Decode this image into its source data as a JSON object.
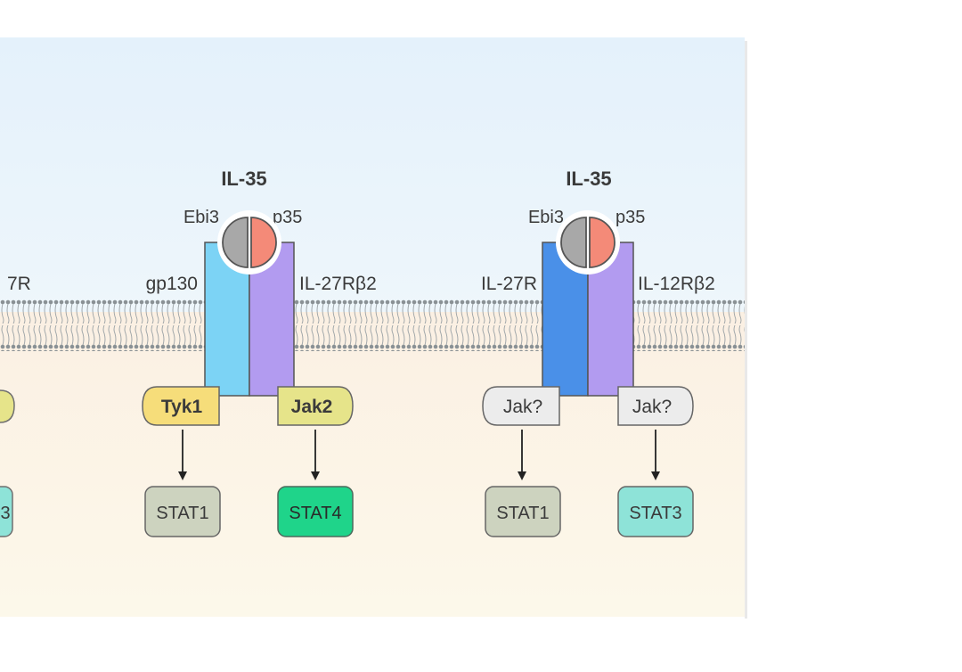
{
  "labels": {
    "partial_receptor_left": "7R",
    "partial_stat_left": "3",
    "c1_cytokine": "IL-35",
    "c1_subunit_left": "Ebi3",
    "c1_subunit_right": "p35",
    "c1_receptor_left": "gp130",
    "c1_receptor_right": "IL-27Rβ2",
    "c1_kinase_left": "Tyk1",
    "c1_kinase_right": "Jak2",
    "c1_stat_left": "STAT1",
    "c1_stat_right": "STAT4",
    "c2_cytokine": "IL-35",
    "c2_subunit_left": "Ebi3",
    "c2_subunit_right": "p35",
    "c2_receptor_left": "IL-27R",
    "c2_receptor_right": "IL-12Rβ2",
    "c2_kinase_left": "Jak?",
    "c2_kinase_right": "Jak?",
    "c2_stat_left": "STAT1",
    "c2_stat_right": "STAT3"
  },
  "colors": {
    "extracellular_top": "#e4f1fb",
    "extracellular_bottom": "#eef6fb",
    "cytoplasm_top": "#fbf0e3",
    "cytoplasm_bottom": "#fcf8ea",
    "membrane": "#8e9599",
    "gp130": "#7cd3f5",
    "il27r": "#4a90e8",
    "il27rb2": "#b29bf0",
    "il12rb2": "#b29bf0",
    "ebi3": "#a8a8a8",
    "p35": "#f48a78",
    "tyk1": "#f6dd7a",
    "jak2": "#e6e48a",
    "jak_unknown": "#ececec",
    "stat1": "#cdd3bf",
    "stat3": "#8ee3d8",
    "stat4": "#1fd48a",
    "label_text": "#3a3a3a"
  }
}
